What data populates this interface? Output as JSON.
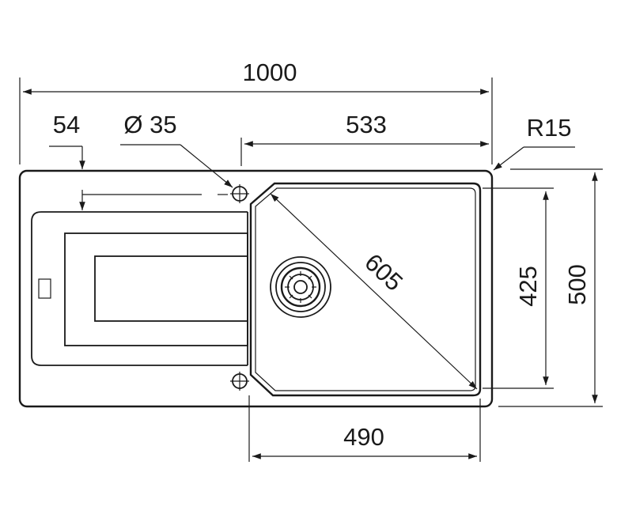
{
  "dimensions": {
    "overall_width": "1000",
    "drainboard_offset": "54",
    "tap_hole_diameter": "Ø 35",
    "bowl_section_width": "533",
    "corner_radius": "R15",
    "bowl_diagonal": "605",
    "bowl_width": "490",
    "bowl_depth": "425",
    "overall_depth": "500"
  }
}
